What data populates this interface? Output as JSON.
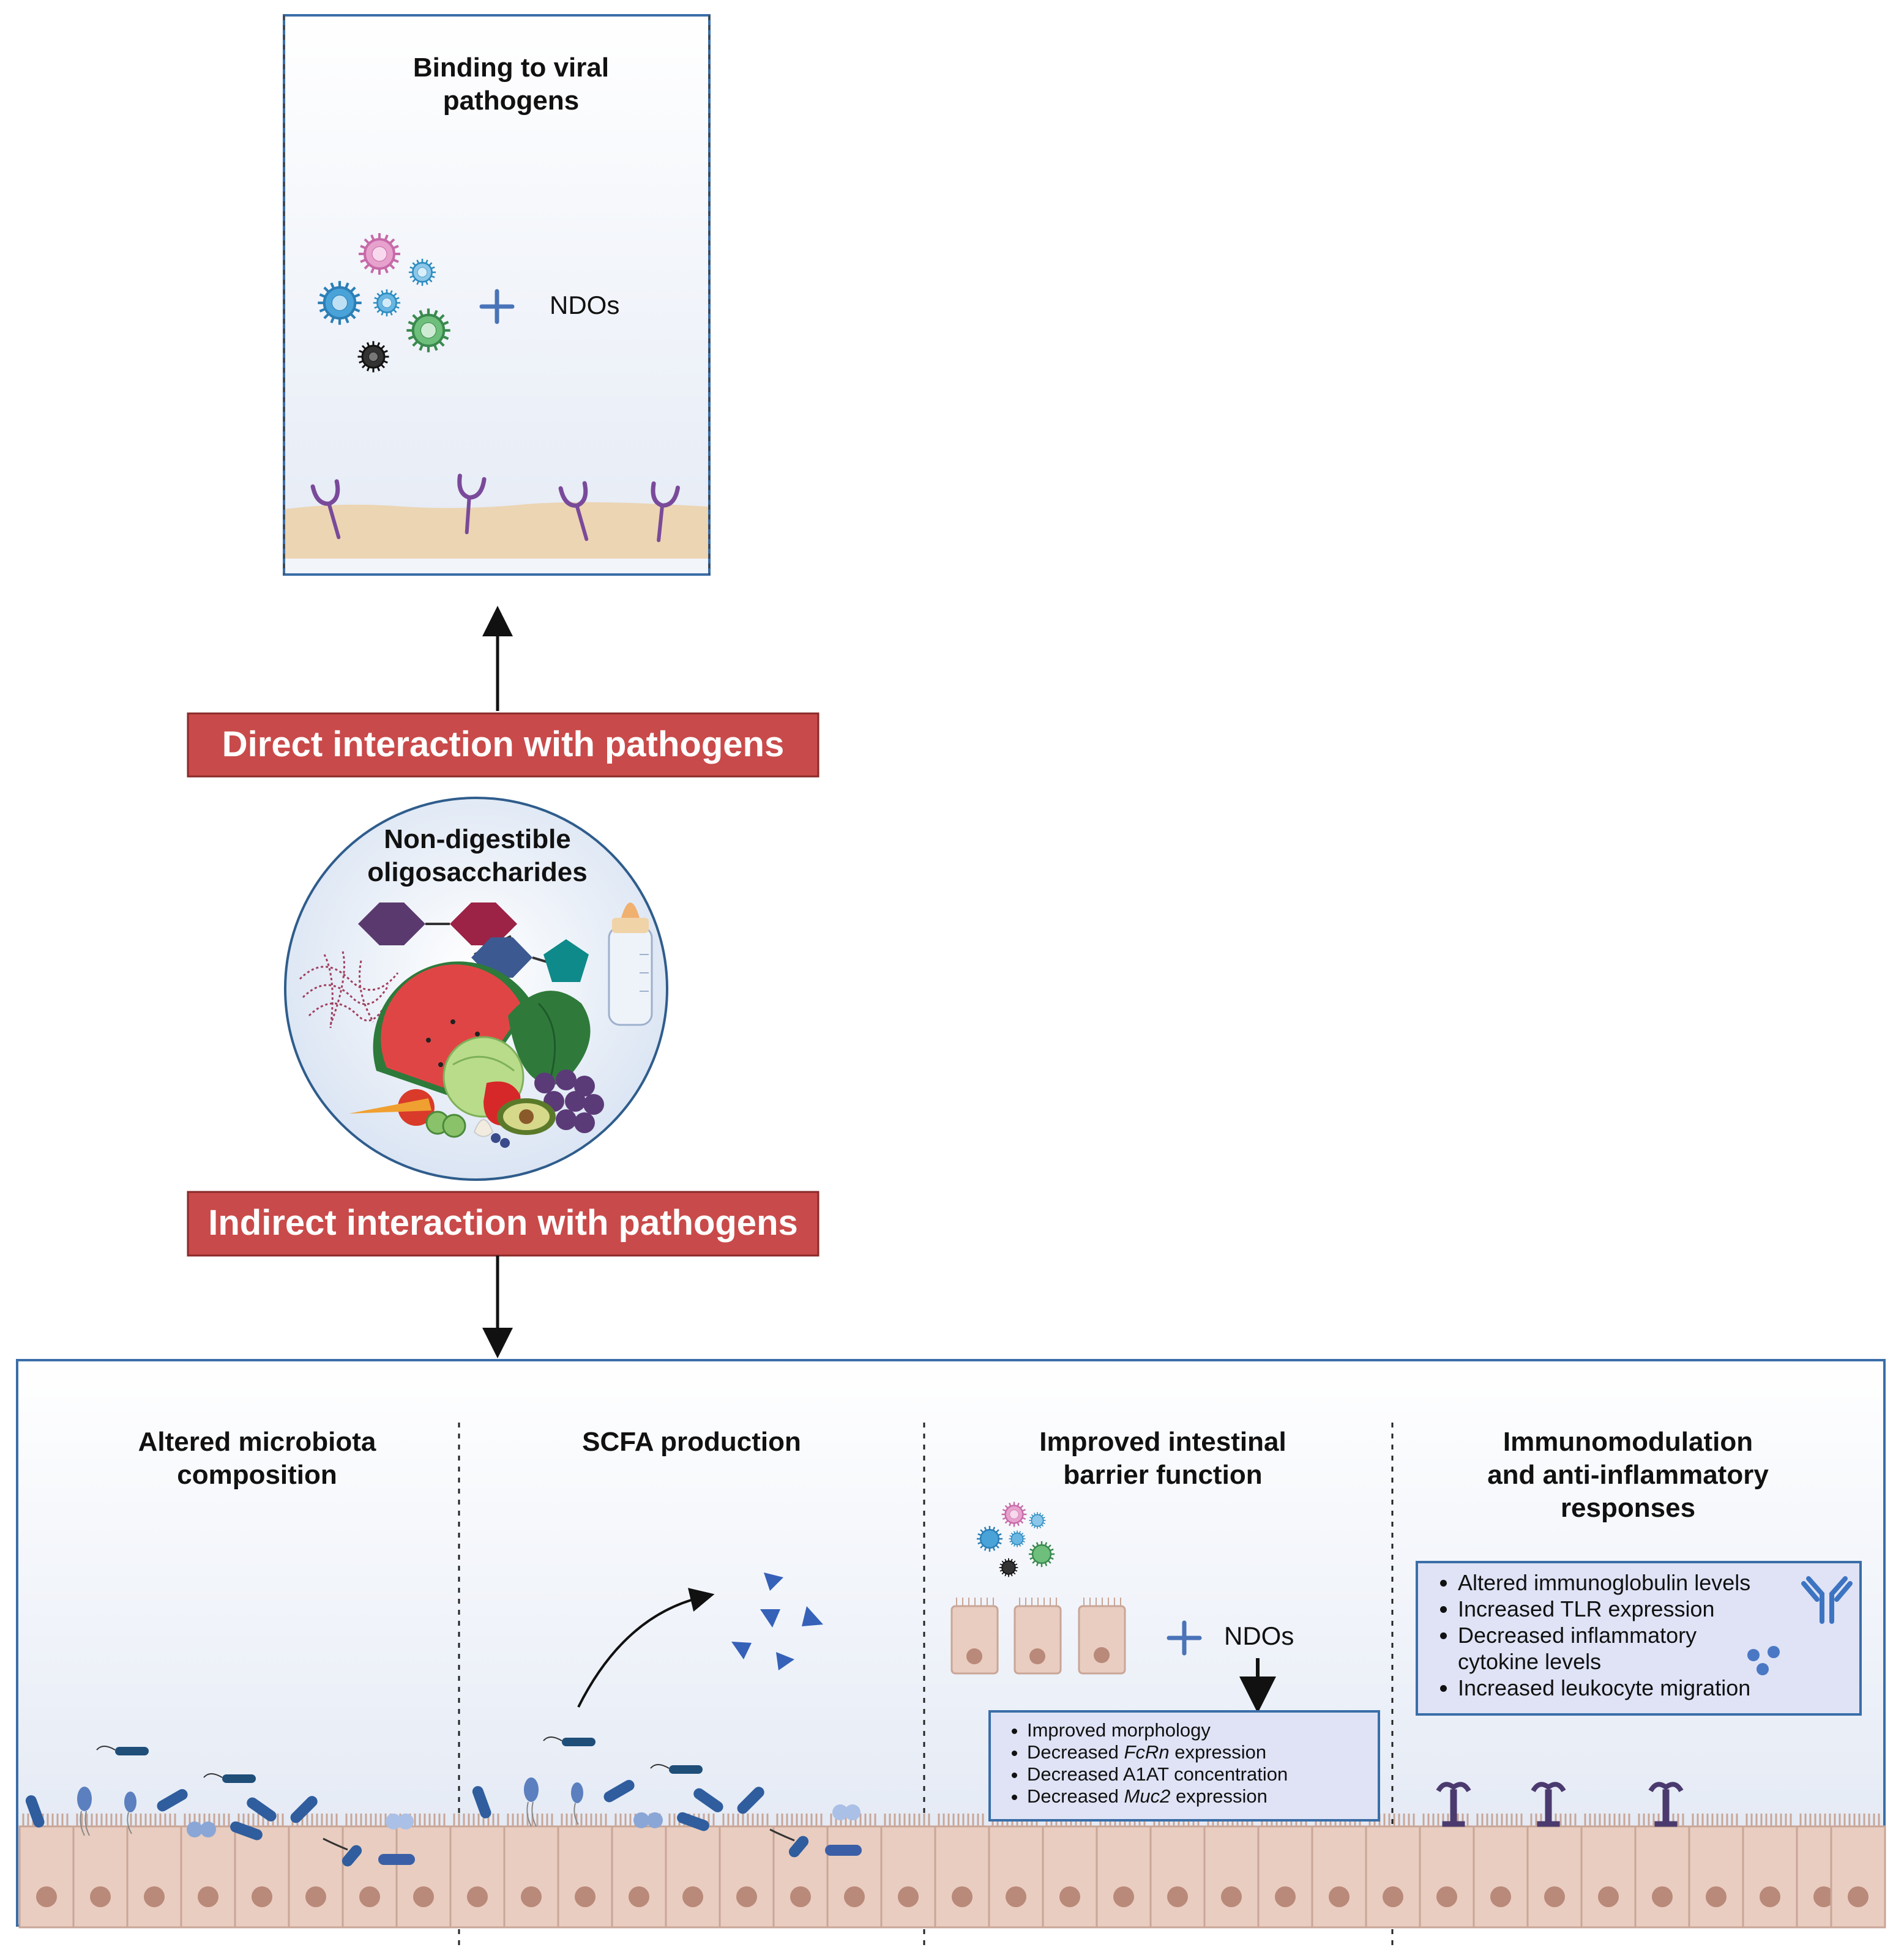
{
  "center": {
    "title_lines": [
      "Non-digestible",
      "oligosaccharides"
    ]
  },
  "direct": {
    "banner": "Direct interaction with pathogens",
    "panel_title_lines": [
      "Binding to viral",
      "pathogens"
    ],
    "ndos_label": "NDOs"
  },
  "indirect": {
    "banner": "Indirect interaction with pathogens",
    "microbiota": {
      "title_lines": [
        "Altered microbiota",
        "composition"
      ]
    },
    "scfa": {
      "title_lines": [
        "SCFA production"
      ]
    },
    "barrier": {
      "title_lines": [
        "Improved intestinal",
        "barrier function"
      ],
      "ndos_label": "NDOs",
      "items": [
        {
          "pre": "Improved morphology",
          "em": "",
          "post": ""
        },
        {
          "pre": "Decreased ",
          "em": "FcRn",
          "post": " expression"
        },
        {
          "pre": "Decreased A1AT concentration",
          "em": "",
          "post": ""
        },
        {
          "pre": "Decreased ",
          "em": "Muc2",
          "post": " expression"
        }
      ]
    },
    "immune": {
      "title_lines": [
        "Immunomodulation",
        "and anti-inflammatory",
        "responses"
      ],
      "items": [
        "Altered immunoglobulin levels",
        "Increased TLR expression",
        "Decreased inflammatory cytokine levels",
        "Increased leukocyte migration"
      ]
    }
  },
  "colors": {
    "banner_red": "#c94a4a",
    "panel_border": "#3a6ea8",
    "list_box_fill": "#dfe3f5",
    "tissue": "#e9cdc0",
    "nucleus": "#b9897a",
    "receptor": "#7a4a9a"
  },
  "icons": [
    "virus-icon",
    "plus-icon",
    "receptor-icon",
    "hexagon-icon",
    "pentagon-icon",
    "baby-bottle-icon",
    "fruit-vegetable-icon",
    "fiber-icon",
    "bacteria-icon",
    "scfa-triangle-icon",
    "antibody-icon",
    "cytokine-icon",
    "tlr-receptor-icon",
    "epithelial-cell-icon"
  ]
}
